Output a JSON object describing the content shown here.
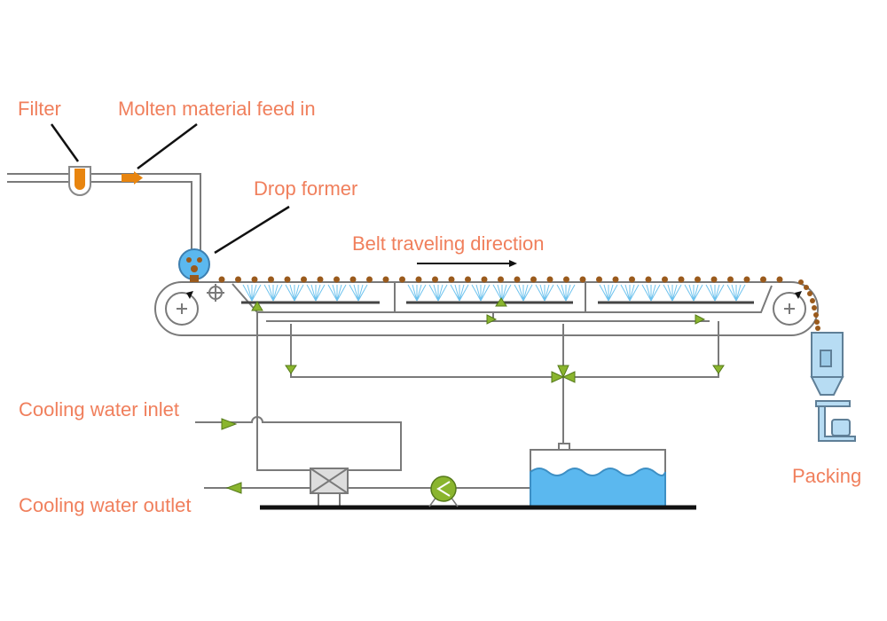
{
  "labels": {
    "filter": "Filter",
    "feed": "Molten material feed in",
    "drop_former": "Drop former",
    "belt_direction": "Belt traveling direction",
    "water_inlet": "Cooling water inlet",
    "water_outlet": "Cooling water outlet",
    "packing": "Packing"
  },
  "colors": {
    "label": "#f07f5c",
    "line": "#7a7a7a",
    "drop": "#9a5a1c",
    "spray": "#6ec3ee",
    "water": "#5bb8ef",
    "valve": "#8ab52e",
    "filter": "#e8850f",
    "packing": "#b7dcf3"
  }
}
